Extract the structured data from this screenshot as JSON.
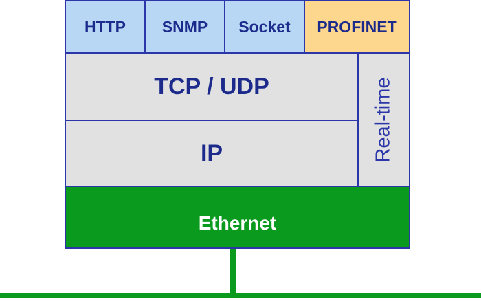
{
  "stack": {
    "application_protocols": [
      {
        "label": "HTTP"
      },
      {
        "label": "SNMP"
      },
      {
        "label": "Socket"
      },
      {
        "label": "PROFINET"
      }
    ],
    "transport_label": "TCP / UDP",
    "network_label": "IP",
    "realtime_label": "Real-time",
    "link_label": "Ethernet"
  },
  "colors": {
    "border": "#2b36a8",
    "text": "#1c2a8c",
    "protocol_fill": "#b7d7f5",
    "profinet_fill": "#fdd78d",
    "layer_fill": "#e1e1e1",
    "ethernet_fill": "#0a9a1e",
    "ethernet_text": "#ffffff"
  }
}
